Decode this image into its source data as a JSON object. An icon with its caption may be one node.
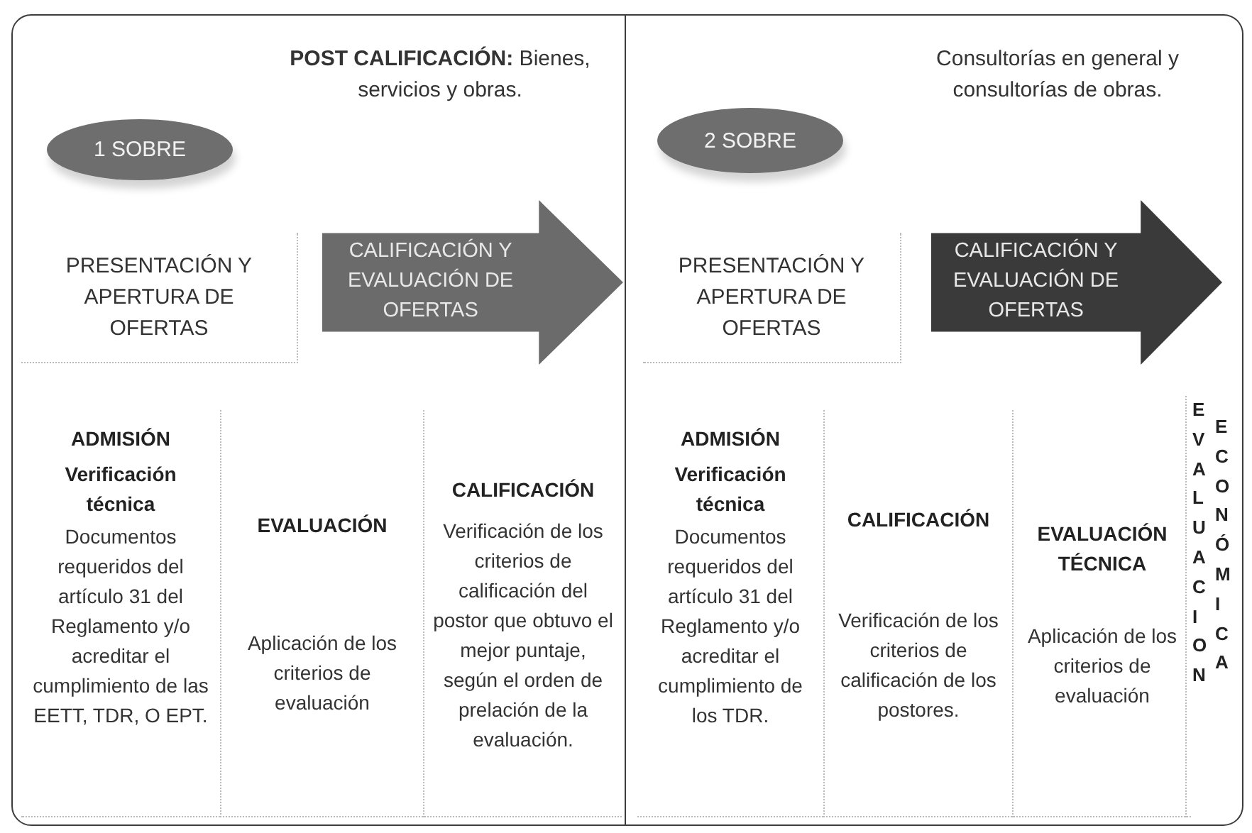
{
  "diagram": {
    "nodes": [
      {
        "text": [
          "**POST CALIFICACIÓN:** Bienes, servicios y obras."
        ]
      },
      {
        "text": [
          "1 SOBRE"
        ],
        "in": 0
      },
      {
        "text": [
          "PRESENTACIÓN Y APERTURA DE OFERTAS"
        ],
        "in": 0
      },
      {
        "text": [
          "CALIFICACIÓN Y EVALUACIÓN DE OFERTAS"
        ],
        "in": 0
      },
      {
        "text": [
          "ADMISIÓN",
          "Verificación técnica",
          "Documentos requeridos del artículo 31 del Reglamento y/o acreditar el cumplimiento de las EETT, TDR, O EPT."
        ],
        "in": 0
      },
      {
        "text": [
          "EVALUACIÓN",
          "Aplicación de los criterios de evaluación"
        ],
        "in": 0
      },
      {
        "text": [
          "CALIFICACIÓN",
          "Verificación de los criterios de calificación del postor que obtuvo el mejor puntaje, según el orden de prelación de la evaluación."
        ],
        "in": 0
      },
      {
        "text": [
          "Consultorías en general y consultorías de obras."
        ]
      },
      {
        "text": [
          "2 SOBRE"
        ],
        "in": 7
      },
      {
        "text": [
          "PRESENTACIÓN Y APERTURA DE OFERTAS"
        ],
        "in": 7
      },
      {
        "text": [
          "CALIFICACIÓN Y EVALUACIÓN DE OFERTAS"
        ],
        "in": 7
      },
      {
        "text": [
          "ADMISIÓN",
          "Verificación técnica",
          "Documentos requeridos del artículo 31 del Reglamento y/o acreditar el cumplimiento de los TDR."
        ],
        "in": 7
      },
      {
        "text": [
          "CALIFICACIÓN",
          "Verificación de los criterios de calificación de los postores."
        ],
        "in": 7
      },
      {
        "text": [
          "EVALUACIÓN TÉCNICA",
          "Aplicación de los criterios de evaluación"
        ],
        "in": 7
      },
      {
        "text": [
          "EVALUACION",
          "ECONÓMICA"
        ],
        "in": 7
      }
    ]
  }
}
